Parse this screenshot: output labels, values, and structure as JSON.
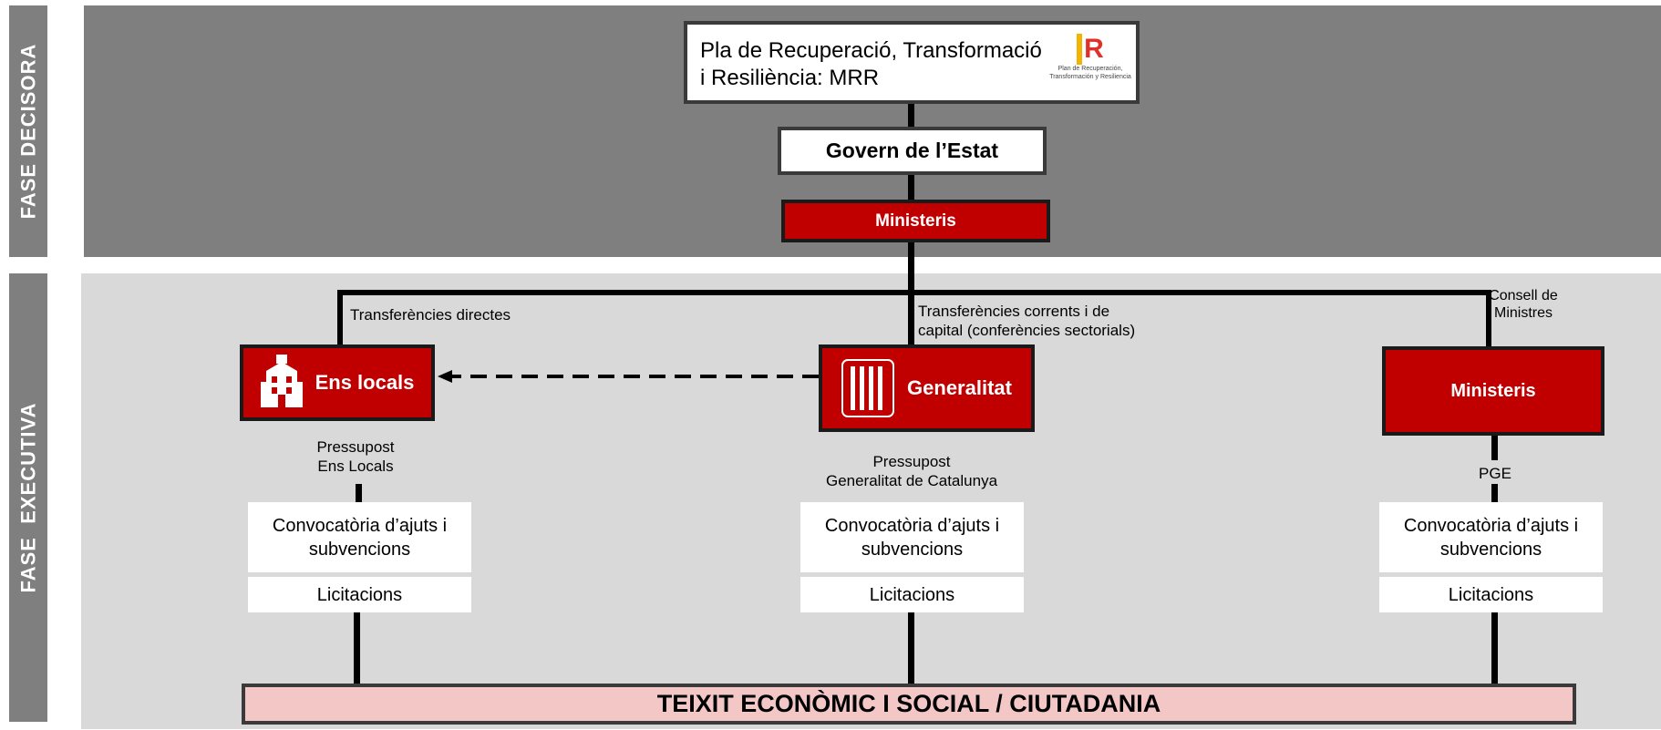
{
  "side_labels": {
    "decisora": "FASE DECISORA",
    "executiva": "FASE  EXECUTIVA"
  },
  "top_box": {
    "line1": "Pla de Recuperació, Transformació",
    "line2": "i Resiliència: MRR",
    "logo_letter": "R",
    "logo_caption1": "Plan de Recuperación,",
    "logo_caption2": "Transformación y Resiliencia"
  },
  "govern": "Govern de l’Estat",
  "ministeris_top": "Ministeris",
  "labels": {
    "transf_directes": "Transferències directes",
    "transf_corrents1": "Transferències corrents i de",
    "transf_corrents2": "capital (conferències sectorials)",
    "consell1": "Consell de",
    "consell2": "Ministres"
  },
  "entities": {
    "ens_locals": "Ens locals",
    "generalitat": "Generalitat",
    "ministeris": "Ministeris"
  },
  "budgets": {
    "ens1": "Pressupost",
    "ens2": "Ens Locals",
    "gen1": "Pressupost",
    "gen2": "Generalitat de Catalunya",
    "pge": "PGE"
  },
  "columns": [
    {
      "conv1": "Convocatòria d’ajuts i",
      "conv2": "subvencions",
      "licit": "Licitacions"
    },
    {
      "conv1": "Convocatòria d’ajuts i",
      "conv2": "subvencions",
      "licit": "Licitacions"
    },
    {
      "conv1": "Convocatòria d’ajuts i",
      "conv2": "subvencions",
      "licit": "Licitacions"
    }
  ],
  "bottom": "TEIXIT ECONÒMIC I SOCIAL / CIUTADANIA",
  "colors": {
    "red": "#c00000",
    "dark_band": "#7f7f7f",
    "light_band": "#d9d9d9",
    "pink": "#f4c7c7"
  }
}
